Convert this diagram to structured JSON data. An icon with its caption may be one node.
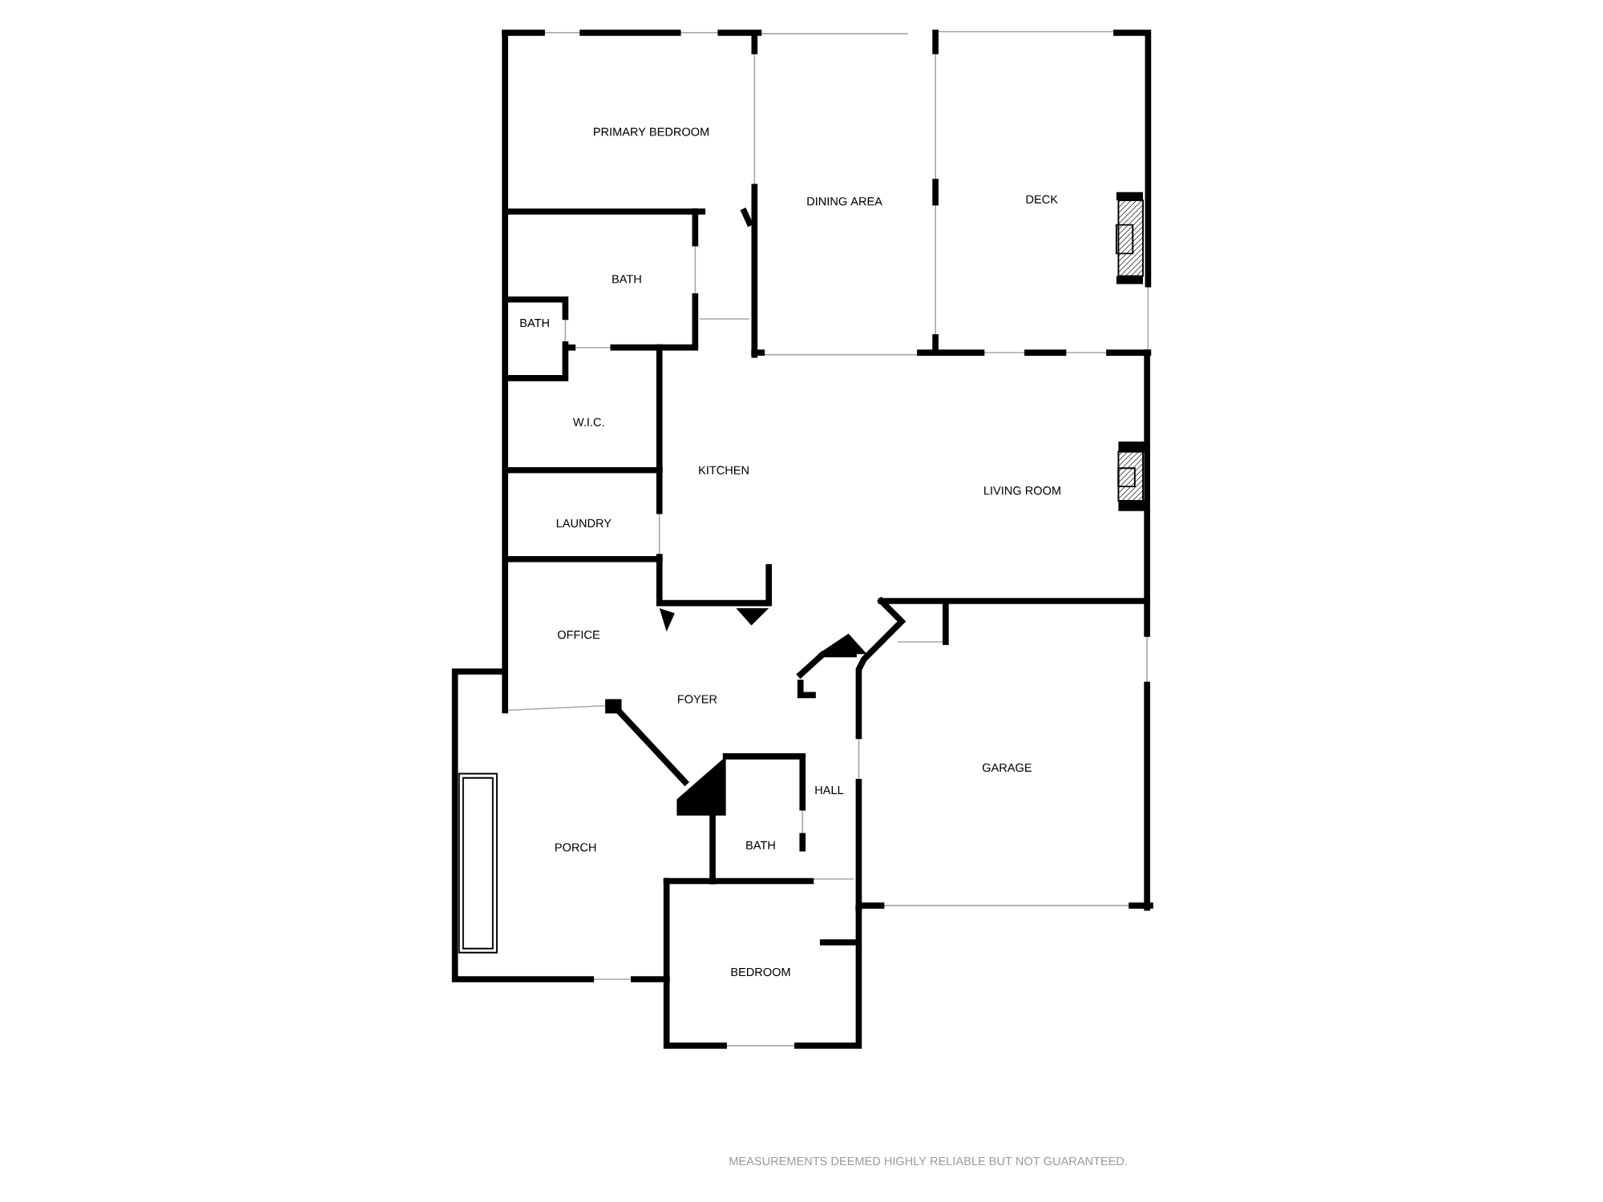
{
  "diagram": {
    "nodes": [
      {
        "text": [
          "PRIMARY BEDROOM"
        ]
      },
      {
        "text": [
          "DINING AREA"
        ]
      },
      {
        "text": [
          "DECK"
        ]
      },
      {
        "text": [
          "BATH"
        ]
      },
      {
        "text": [
          "BATH"
        ]
      },
      {
        "text": [
          "W.I.C."
        ]
      },
      {
        "text": [
          "KITCHEN"
        ]
      },
      {
        "text": [
          "LIVING ROOM"
        ]
      },
      {
        "text": [
          "LAUNDRY"
        ]
      },
      {
        "text": [
          "OFFICE"
        ]
      },
      {
        "text": [
          "FOYER"
        ]
      },
      {
        "text": [
          "GARAGE"
        ]
      },
      {
        "text": [
          "HALL"
        ]
      },
      {
        "text": [
          "PORCH"
        ]
      },
      {
        "text": [
          "BATH"
        ]
      },
      {
        "text": [
          "BEDROOM"
        ]
      }
    ],
    "labels": [
      "MEASUREMENTS DEEMED HIGHLY RELIABLE BUT NOT GUARANTEED."
    ]
  }
}
